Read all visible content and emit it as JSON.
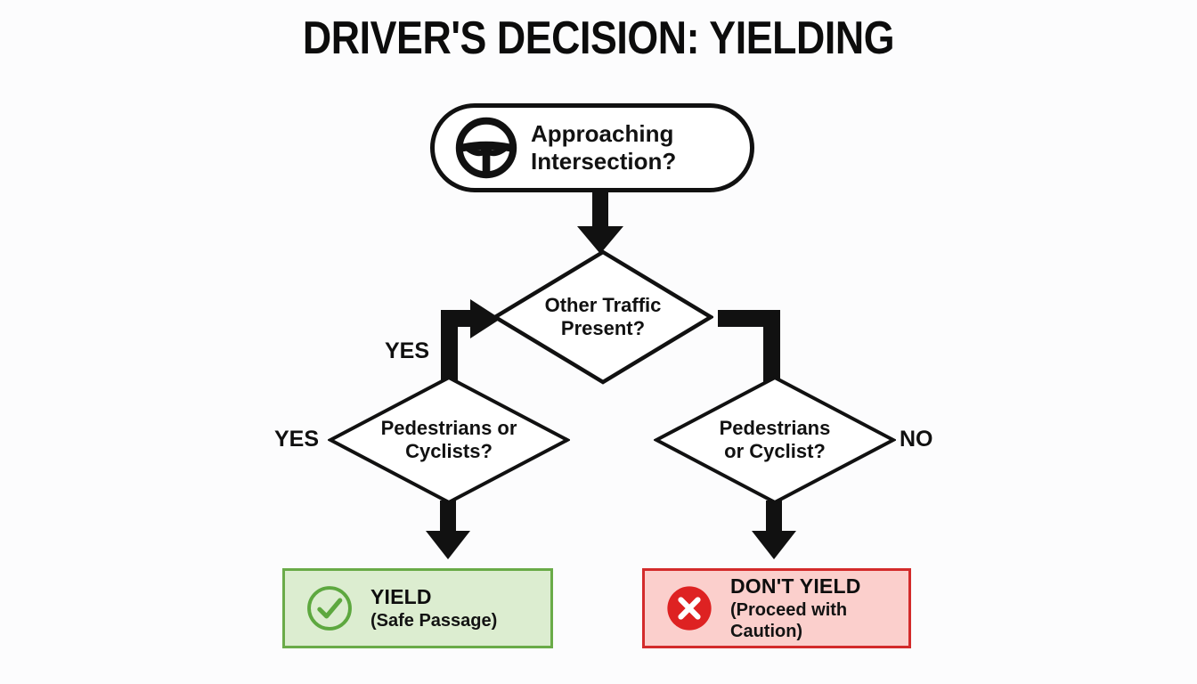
{
  "page": {
    "title": "DRIVER'S DECISION: YIELDING",
    "background_color": "#fcfcfd"
  },
  "flowchart": {
    "type": "decision-flowchart",
    "start": {
      "icon": "steering-wheel-icon",
      "label_line1": "Approaching",
      "label_line2": "Intersection?",
      "shape": "stadium"
    },
    "decisions": [
      {
        "id": "traffic",
        "label_line1": "Other Traffic",
        "label_line2": "Present?",
        "shape": "diamond"
      },
      {
        "id": "pedestrians-left",
        "label_line1": "Pedestrians or",
        "label_line2": "Cyclists?",
        "shape": "diamond"
      },
      {
        "id": "pedestrians-right",
        "label_line1": "Pedestrians",
        "label_line2": "or Cyclist?",
        "shape": "diamond"
      }
    ],
    "edge_labels": {
      "traffic_yes": "YES",
      "pedestrians_left_yes": "YES",
      "pedestrians_right_no": "NO"
    },
    "outcomes": [
      {
        "id": "yield",
        "icon": "check-circle-icon",
        "title": "YIELD",
        "subtitle": "(Safe Passage)",
        "fill_color": "#dcedd0",
        "border_color": "#6aab48",
        "icon_color": "#5da83f"
      },
      {
        "id": "dont-yield",
        "icon": "x-circle-icon",
        "title": "DON'T YIELD",
        "subtitle": "(Proceed with Caution)",
        "fill_color": "#fbcfcc",
        "border_color": "#d32b2b",
        "icon_color": "#de2222"
      }
    ]
  },
  "colors": {
    "stroke": "#111111",
    "text": "#101010",
    "green": "#6aab48",
    "red": "#d32b2b"
  }
}
